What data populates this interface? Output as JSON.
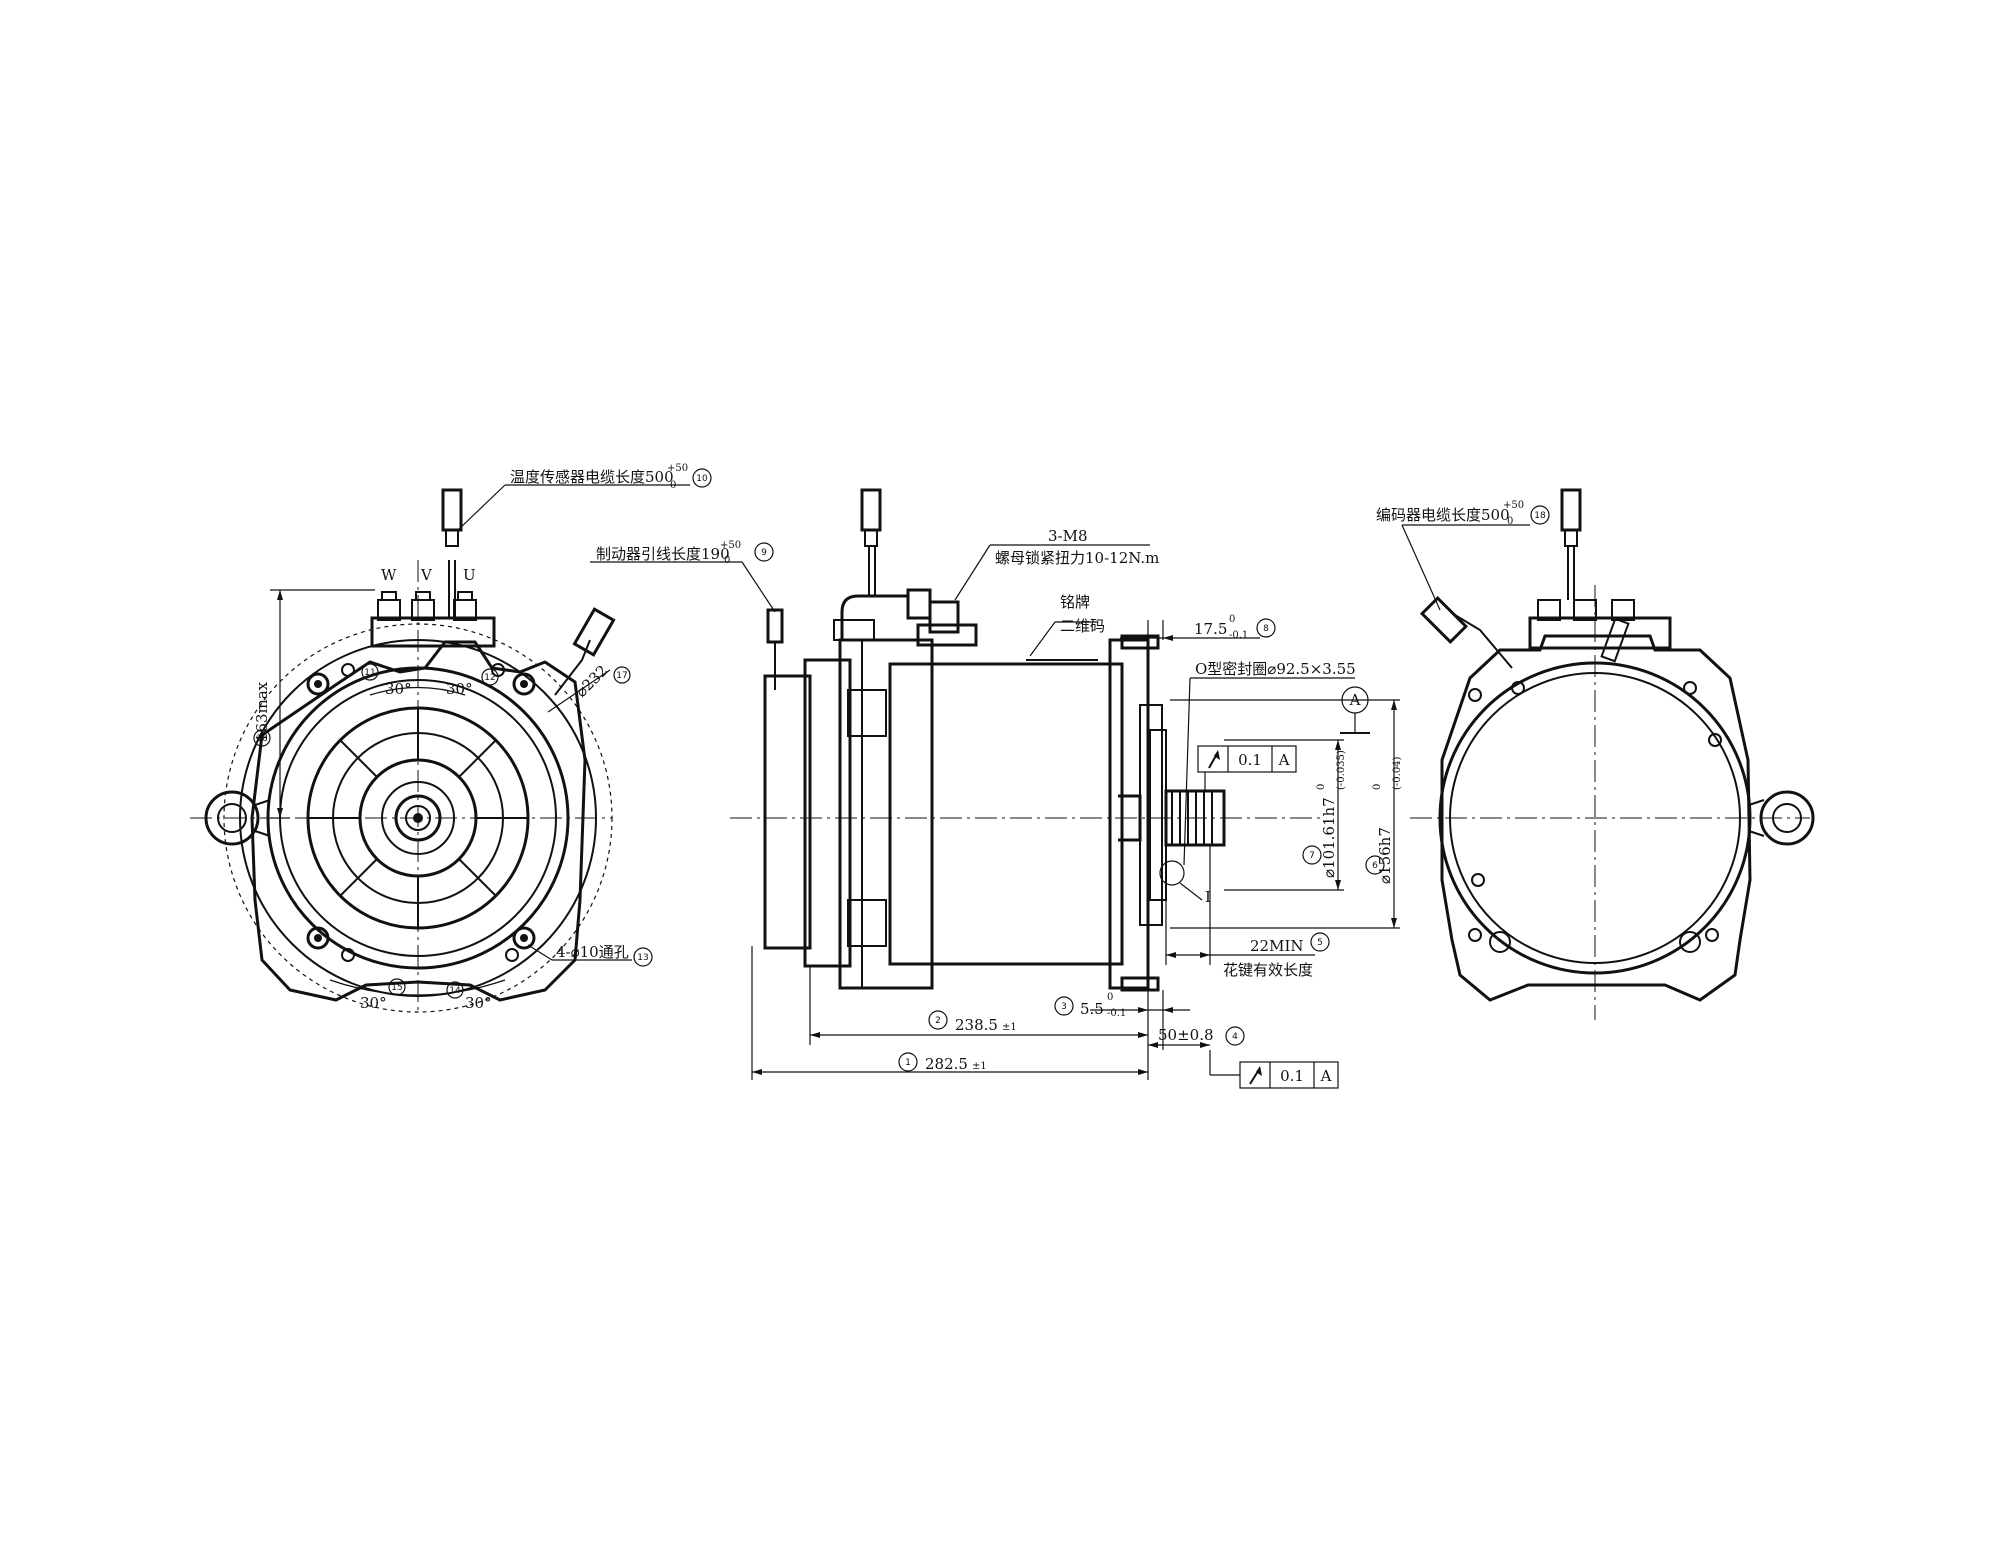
{
  "views": {
    "left": {
      "terminals": [
        "W",
        "V",
        "U"
      ],
      "dim_height": "163max",
      "dim_diameter": "⌀232",
      "angles": [
        "30°",
        "30°",
        "30°",
        "30°"
      ],
      "holes": "4-⌀10通孔",
      "temp_cable": {
        "label": "温度传感器电缆长度500",
        "tol_upper": "+50",
        "tol_lower": "0"
      },
      "brake_lead": {
        "label": "制动器引线长度190",
        "tol_upper": "+50",
        "tol_lower": "0"
      },
      "balloons": [
        "10",
        "9",
        "11",
        "12",
        "13",
        "14",
        "15",
        "16",
        "17"
      ]
    },
    "side": {
      "bolt_spec": "3-M8",
      "torque": "螺母锁紧扭力10-12N.m",
      "nameplate": "铭牌",
      "qrcode": "二维码",
      "dim_17_5": {
        "value": "17.5",
        "tol_upper": "0",
        "tol_lower": "-0.1",
        "balloon": "8"
      },
      "oring": "O型密封圈⌀92.5×3.55",
      "datum": "A",
      "runout_top": {
        "value": "0.1",
        "datum": "A"
      },
      "runout_bottom": {
        "value": "0.1",
        "datum": "A"
      },
      "dia_101": {
        "value": "⌀101.61h7",
        "tol": "(-0.035)",
        "tol_upper": "0",
        "balloon": "7"
      },
      "dia_156": {
        "value": "⌀156h7",
        "tol": "(-0.04)",
        "tol_upper": "0",
        "balloon": "6"
      },
      "detail_mark": "I",
      "spline_len": {
        "value": "22MIN",
        "desc": "花键有效长度",
        "balloon": "5"
      },
      "dim_5_5": {
        "value": "5.5",
        "tol_upper": "0",
        "tol_lower": "-0.1",
        "balloon": "3"
      },
      "dim_238": {
        "value": "238.5",
        "tol": "±1",
        "balloon": "2"
      },
      "dim_50": {
        "value": "50±0.8",
        "balloon": "4"
      },
      "dim_282": {
        "value": "282.5",
        "tol": "±1",
        "balloon": "1"
      }
    },
    "right": {
      "encoder_cable": {
        "label": "编码器电缆长度500",
        "tol_upper": "+50",
        "tol_lower": "0",
        "balloon": "18"
      }
    }
  }
}
